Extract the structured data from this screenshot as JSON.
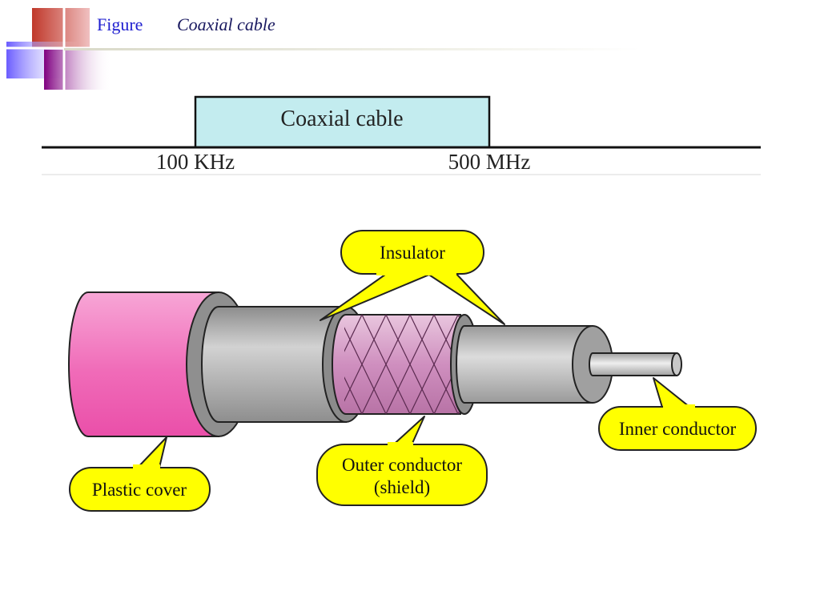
{
  "header": {
    "label": "Figure",
    "title": "Coaxial cable"
  },
  "spectrum": {
    "band_label": "Coaxial cable",
    "low_label": "100 KHz",
    "high_label": "500 MHz",
    "band_fill": "#c3ecef"
  },
  "cable": {
    "labels": {
      "insulator": "Insulator",
      "inner_conductor": "Inner conductor",
      "outer_conductor_line1": "Outer conductor",
      "outer_conductor_line2": "(shield)",
      "plastic_cover": "Plastic cover"
    },
    "colors": {
      "plastic_cover": "#f06bb8",
      "shield": "#d9a8cc",
      "insulator": "#b0b0b0",
      "callout": "#ffff00"
    }
  }
}
